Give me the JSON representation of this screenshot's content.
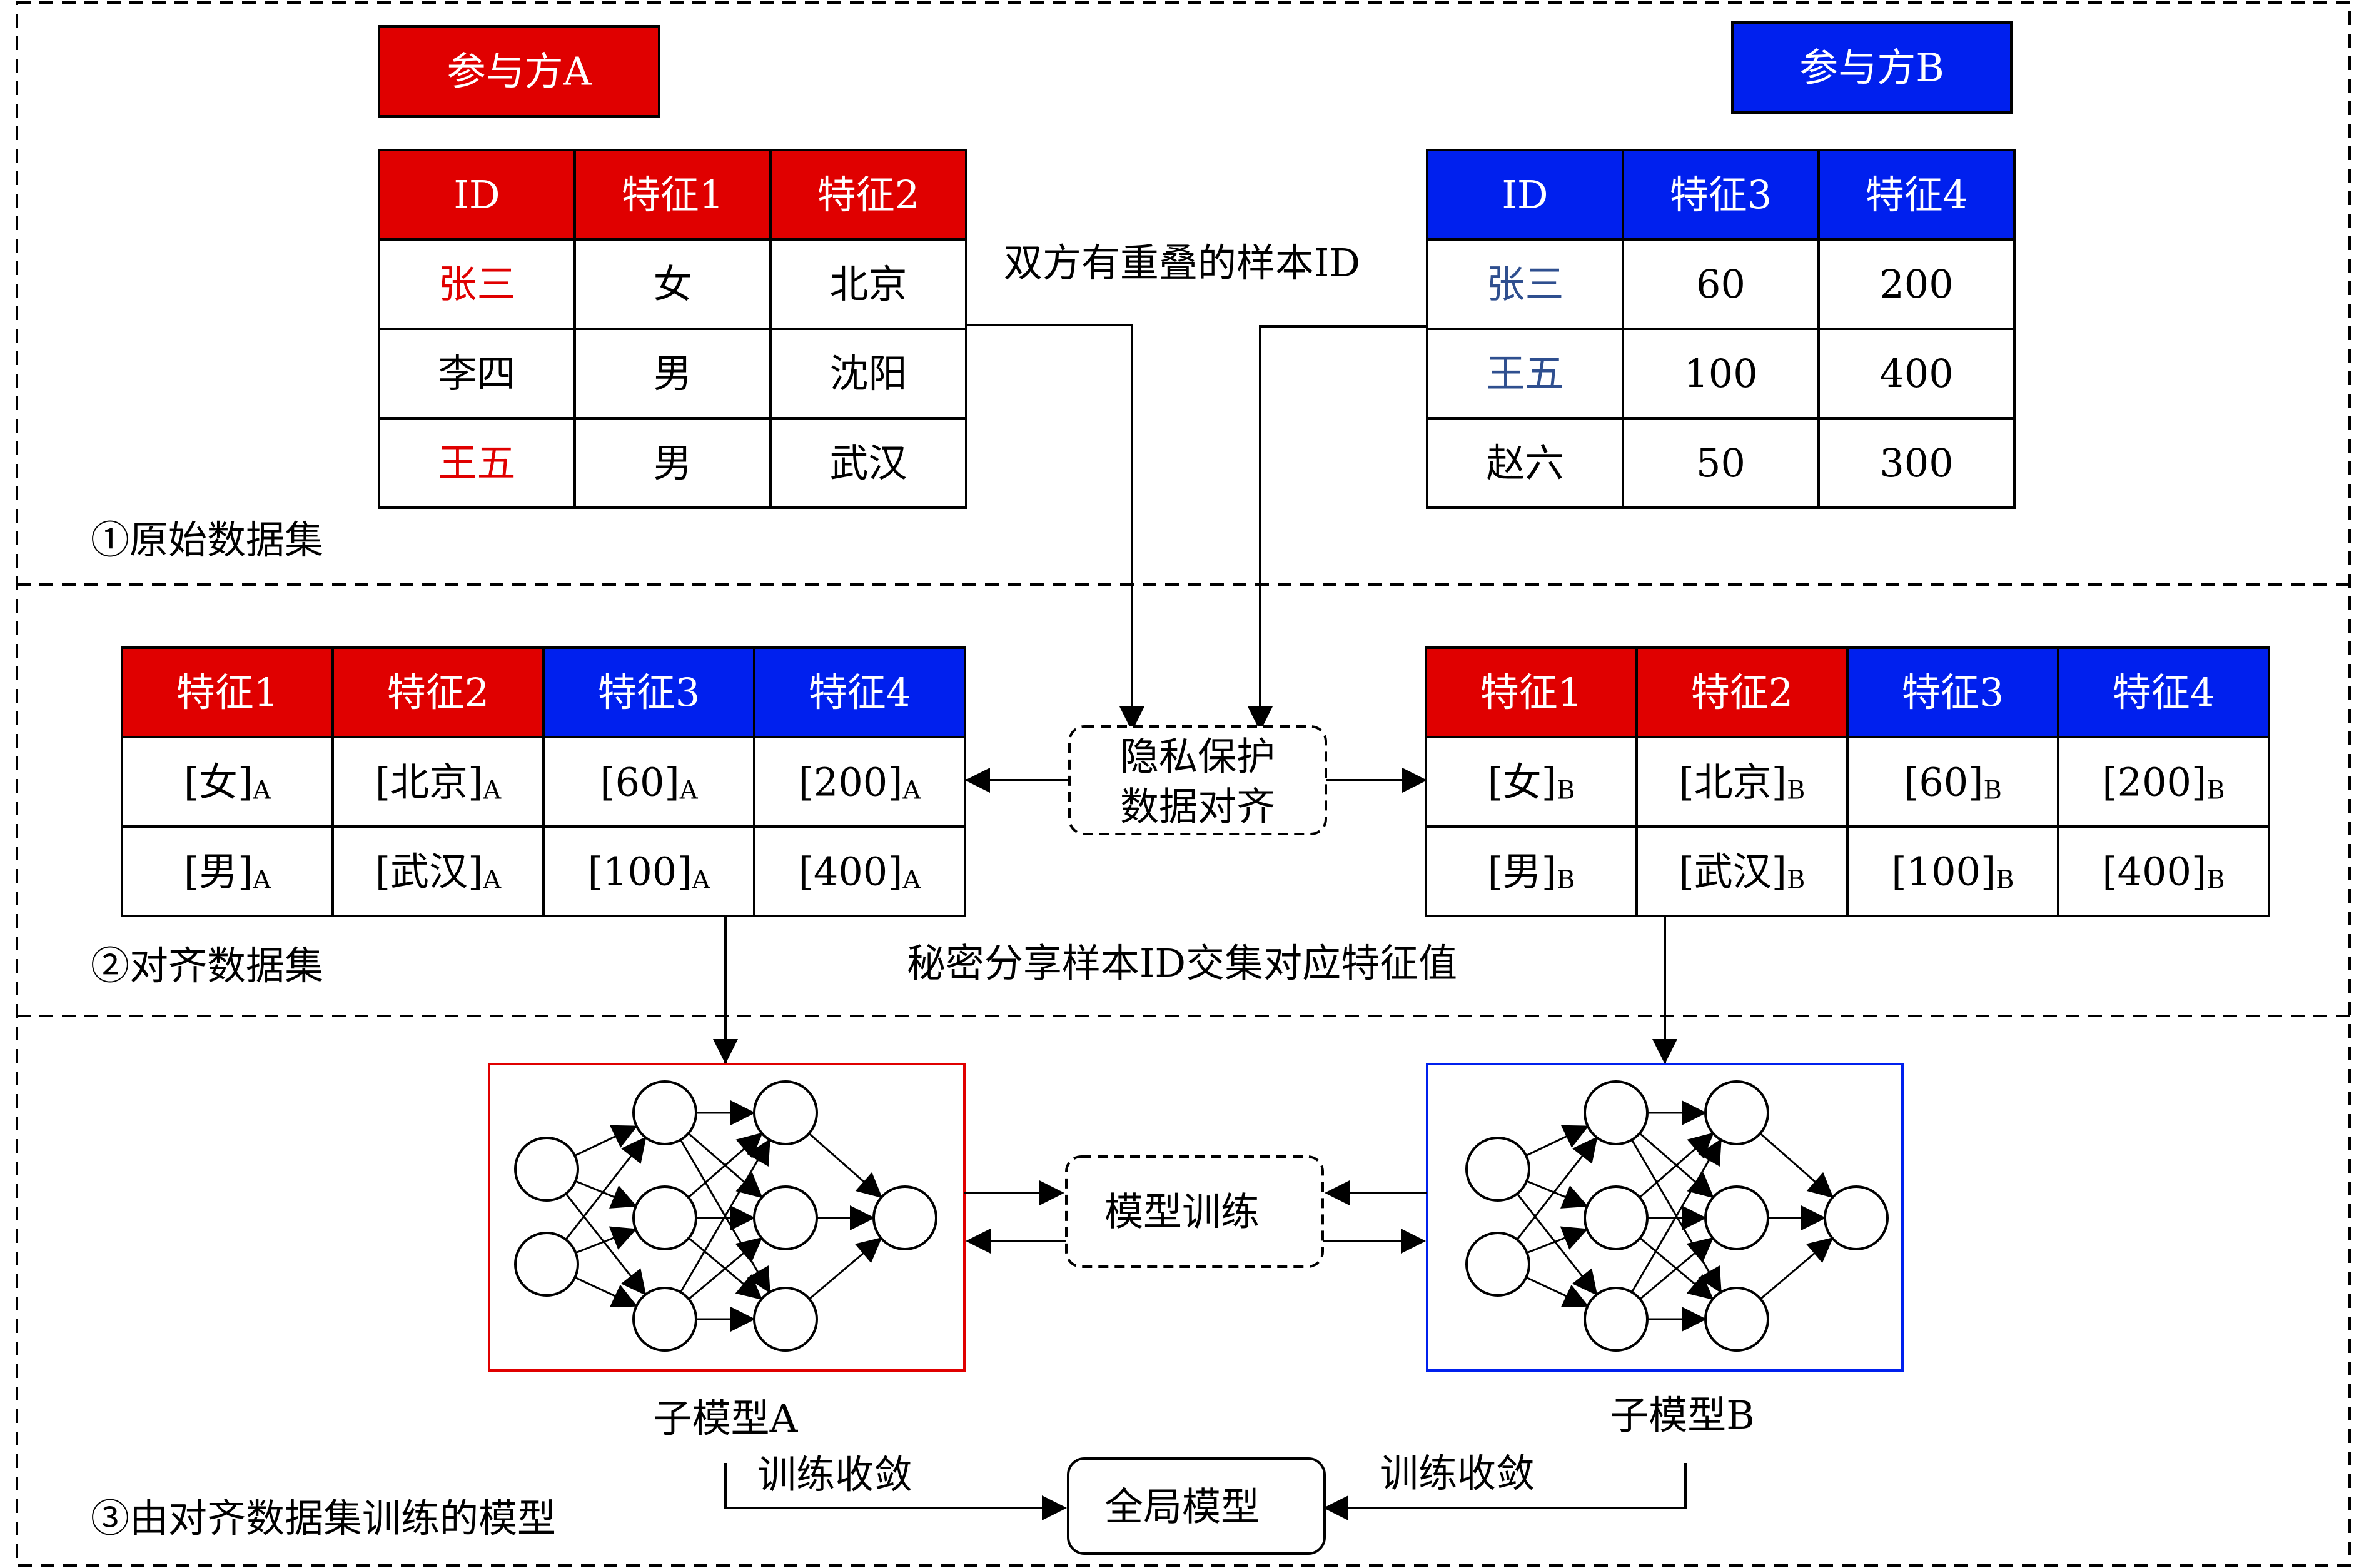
{
  "colors": {
    "party_a": "#e00000",
    "party_b": "#0020ee",
    "id_b_text": "#2f4f8f",
    "black": "#000000",
    "white": "#ffffff"
  },
  "sections": {
    "s1_label": "①原始数据集",
    "s2_label": "②对齐数据集",
    "s3_label": "③由对齐数据集训练的模型"
  },
  "party_a": {
    "label": "参与方A"
  },
  "party_b": {
    "label": "参与方B"
  },
  "table_a": {
    "headers": [
      "ID",
      "特征1",
      "特征2"
    ],
    "rows": [
      [
        "张三",
        "女",
        "北京"
      ],
      [
        "李四",
        "男",
        "沈阳"
      ],
      [
        "王五",
        "男",
        "武汉"
      ]
    ],
    "highlighted_ids": [
      "张三",
      "王五"
    ]
  },
  "table_b": {
    "headers": [
      "ID",
      "特征3",
      "特征4"
    ],
    "rows": [
      [
        "张三",
        "60",
        "200"
      ],
      [
        "王五",
        "100",
        "400"
      ],
      [
        "赵六",
        "50",
        "300"
      ]
    ],
    "highlighted_ids": [
      "张三",
      "王五"
    ]
  },
  "overlap_note": "双方有重叠的样本ID",
  "privacy_box": {
    "line1": "隐私保护",
    "line2": "数据对齐"
  },
  "aligned_headers": [
    "特征1",
    "特征2",
    "特征3",
    "特征4"
  ],
  "aligned_a": {
    "subscript": "A",
    "rows": [
      [
        "女",
        "北京",
        "60",
        "200"
      ],
      [
        "男",
        "武汉",
        "100",
        "400"
      ]
    ]
  },
  "aligned_b": {
    "subscript": "B",
    "rows": [
      [
        "女",
        "北京",
        "60",
        "200"
      ],
      [
        "男",
        "武汉",
        "100",
        "400"
      ]
    ]
  },
  "secret_share_note": "秘密分享样本ID交集对应特征值",
  "training_box": "模型训练",
  "submodel_a": "子模型A",
  "submodel_b": "子模型B",
  "converge_left": "训练收敛",
  "converge_right": "训练收敛",
  "global_model": "全局模型"
}
